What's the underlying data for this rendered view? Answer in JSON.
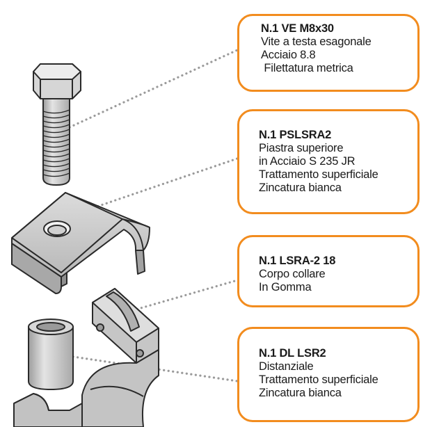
{
  "callouts": [
    {
      "code": "N.1 VE M8x30",
      "lines": [
        "Vite a testa esagonale",
        "Acciaio 8.8",
        " Filettatura metrica"
      ]
    },
    {
      "code": "N.1 PSLSRA2",
      "lines": [
        "Piastra superiore",
        "in Acciaio S 235 JR",
        "Trattamento superficiale",
        "Zincatura bianca"
      ]
    },
    {
      "code": "N.1 LSRA-2 18",
      "lines": [
        "Corpo collare",
        "In Gomma"
      ]
    },
    {
      "code": "N.1 DL LSR2",
      "lines": [
        "Distanziale",
        "Trattamento superficiale",
        "Zincatura bianca"
      ]
    }
  ],
  "colors": {
    "accent": "#f28c1e",
    "metal": "#c8c8c8",
    "outline": "#2a2a2a",
    "leader": "#9a9a9a"
  }
}
